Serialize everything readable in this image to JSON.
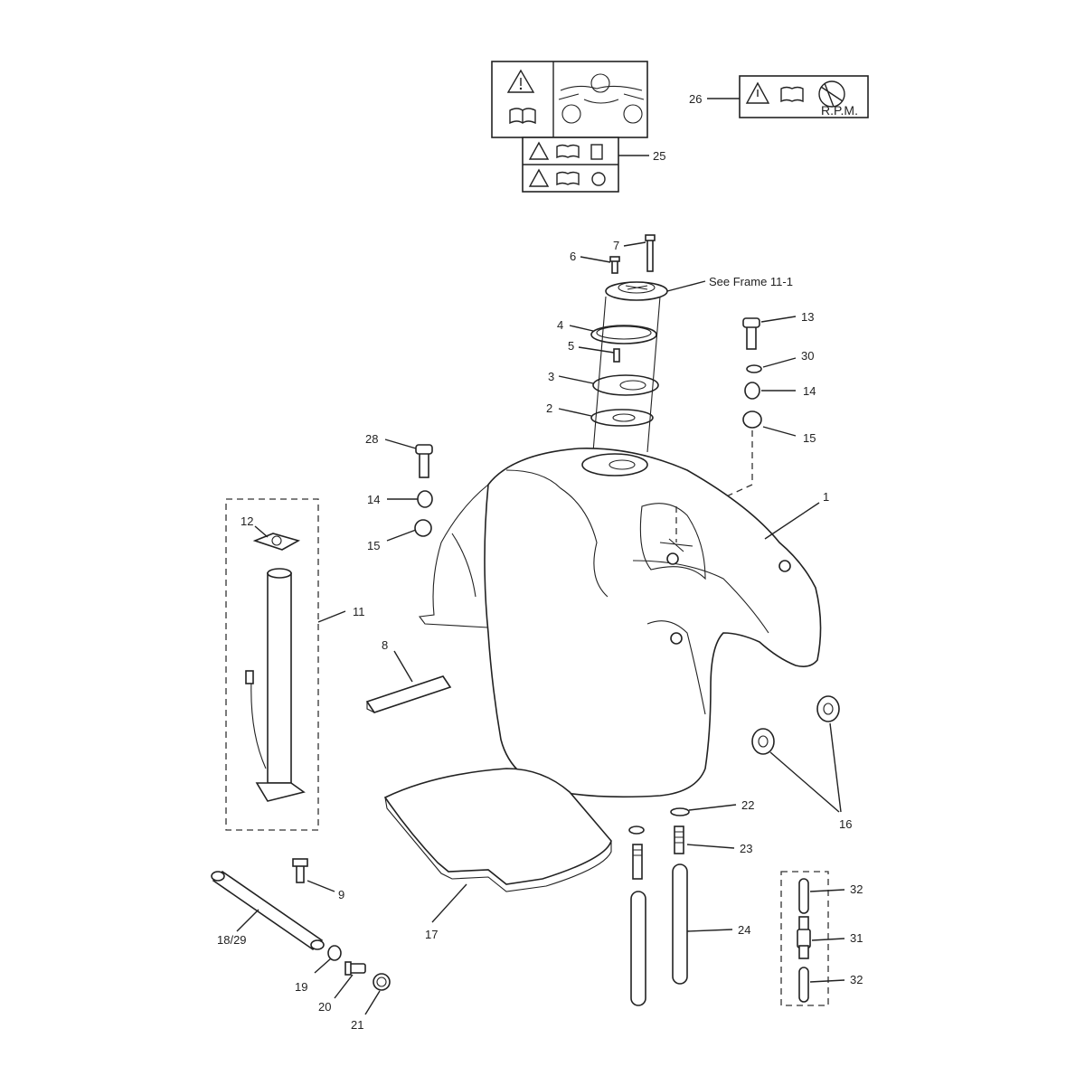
{
  "callouts": {
    "c1": "1",
    "c2": "2",
    "c3": "3",
    "c4": "4",
    "c5": "5",
    "c6": "6",
    "c7": "7",
    "c8": "8",
    "c9": "9",
    "c11": "11",
    "c12": "12",
    "c13": "13",
    "c14a": "14",
    "c14b": "14",
    "c15a": "15",
    "c15b": "15",
    "c16": "16",
    "c17": "17",
    "c18": "18/29",
    "c19": "19",
    "c20": "20",
    "c21": "21",
    "c22": "22",
    "c23": "23",
    "c24": "24",
    "c25": "25",
    "c26": "26",
    "c28": "28",
    "c30": "30",
    "c31": "31",
    "c32a": "32",
    "c32b": "32",
    "see_frame": "See Frame 11-1"
  },
  "labels": {
    "rpm": "R.P.M."
  }
}
